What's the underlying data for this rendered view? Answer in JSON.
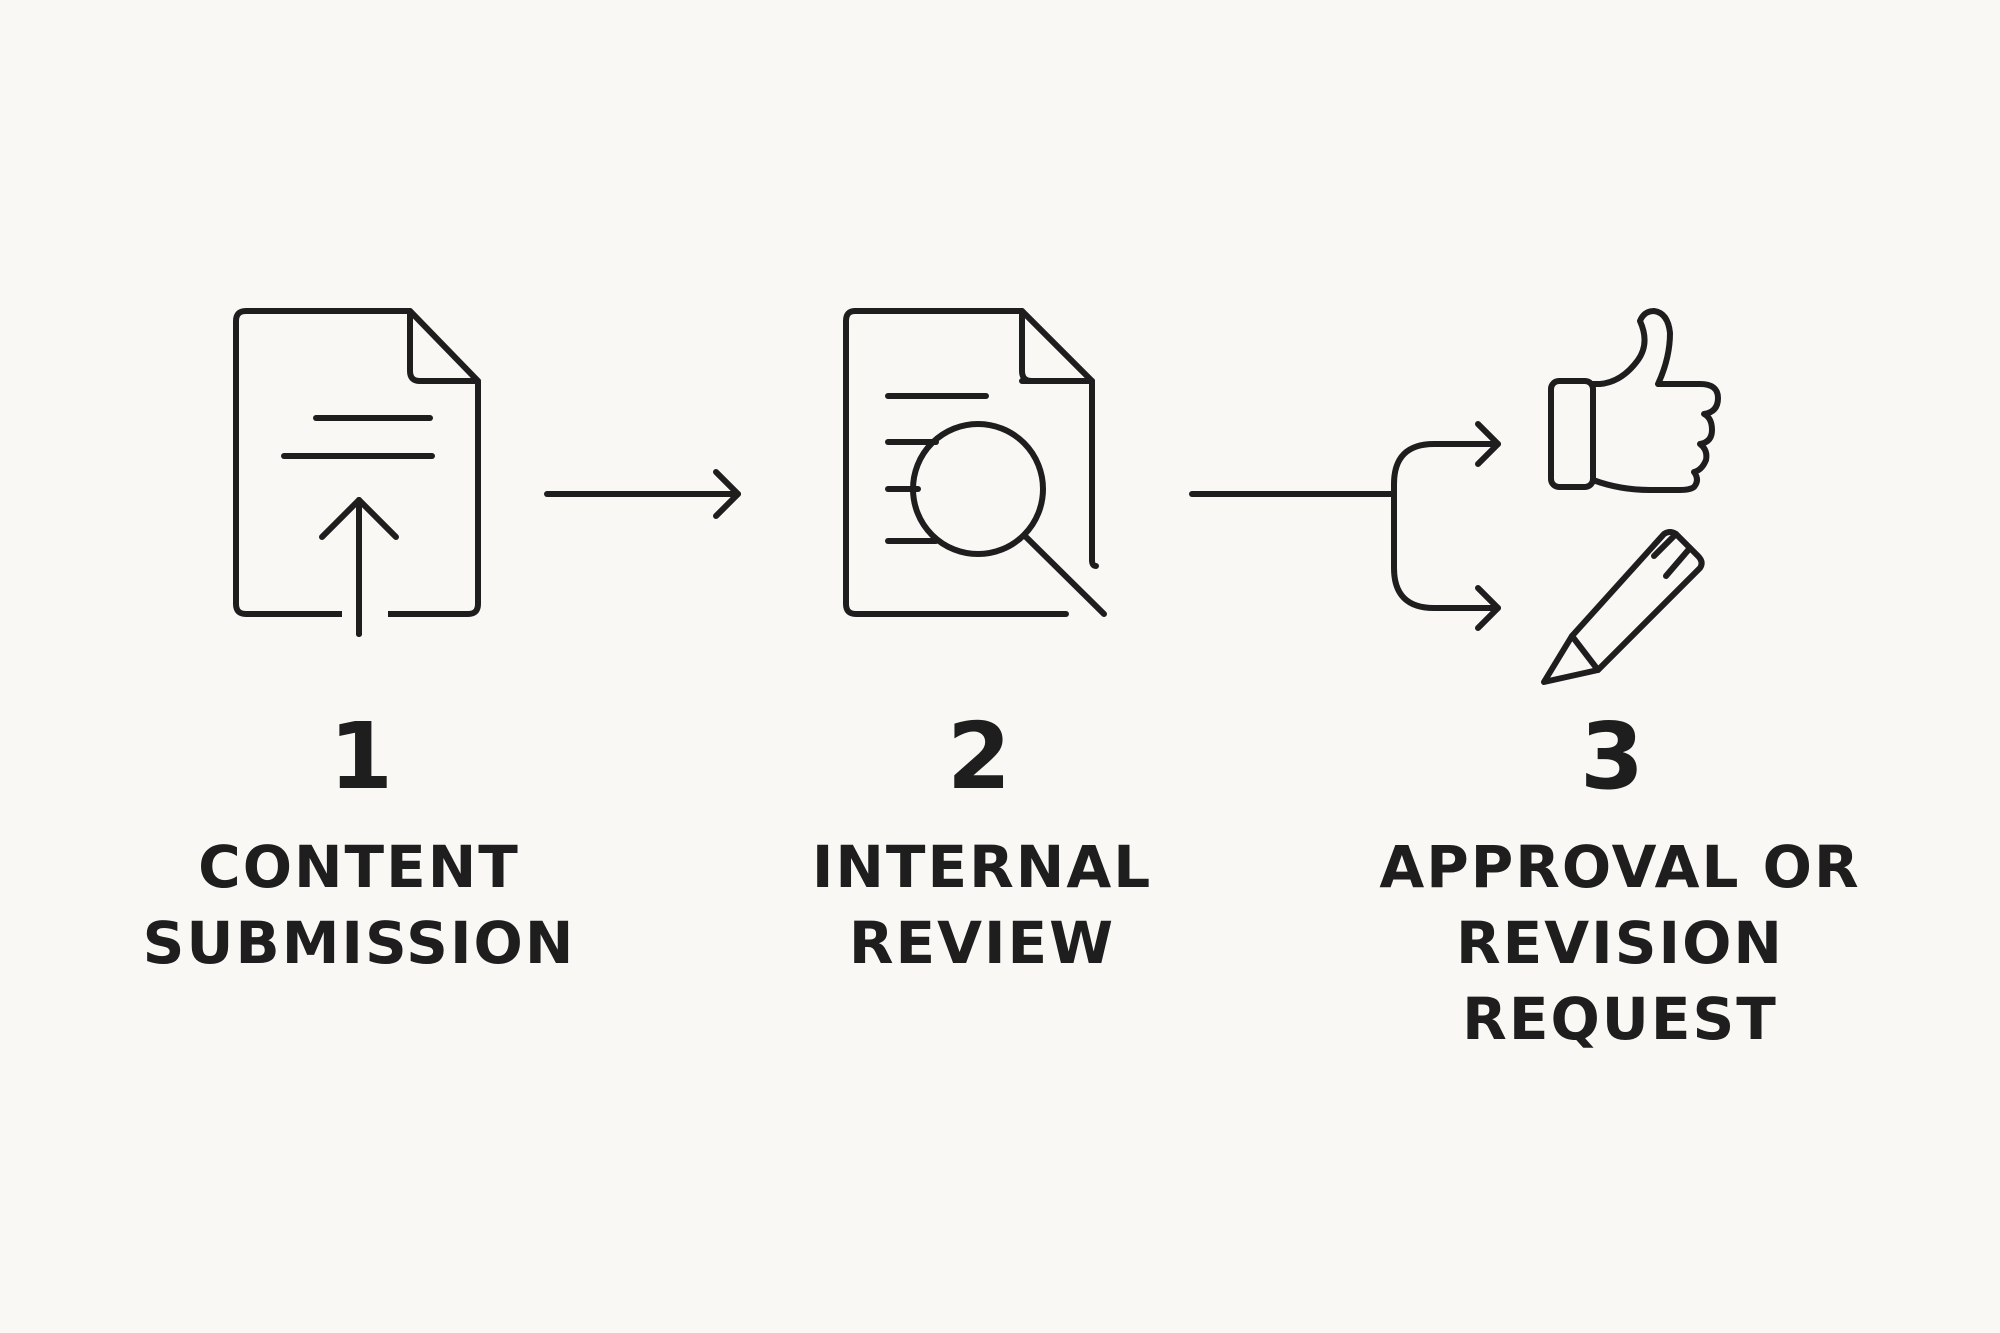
{
  "background_color": "#f9f8f5",
  "ink_color": "#1e1e1e",
  "steps": [
    {
      "number": "1",
      "icon": "document-upload-icon",
      "label_lines": [
        "CONTENT",
        "SUBMISSION"
      ]
    },
    {
      "number": "2",
      "icon": "document-search-icon",
      "label_lines": [
        "INTERNAL",
        "REVIEW"
      ]
    },
    {
      "number": "3",
      "icons": [
        "thumbs-up-icon",
        "pencil-icon"
      ],
      "label_lines": [
        "APPROVAL OR",
        "REVISION",
        "REQUEST"
      ]
    }
  ],
  "connectors": [
    "arrow-right-icon",
    "branching-arrow-icon"
  ]
}
